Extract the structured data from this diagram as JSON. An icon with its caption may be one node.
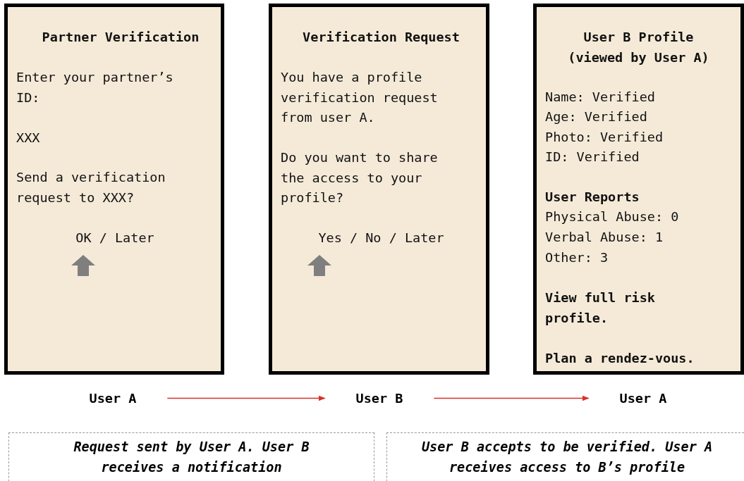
{
  "diagram": {
    "nodes": [
      {
        "text": [
          "Partner Verification",
          "Enter your partner’s ID:",
          "XXX",
          "Send a verification request to XXX?",
          "OK / Later"
        ]
      },
      {
        "text": [
          "Verification Request",
          "You have a profile verification request from user A.",
          "Do you want to share the access to your profile?",
          "Yes / No / Later"
        ]
      },
      {
        "text": [
          "User B Profile (viewed by User A)",
          "Name: Verified",
          "Age: Verified",
          "Photo: Verified",
          "ID: Verified",
          "User Reports",
          "Physical Abuse: 0",
          "Verbal Abuse: 1",
          "Other: 3",
          "View full risk profile.",
          "Plan a rendez-vous."
        ]
      },
      {
        "text": [
          "User A"
        ]
      },
      {
        "text": [
          "User B"
        ]
      },
      {
        "text": [
          "User A"
        ]
      },
      {
        "text": [
          "Request sent by User A. User B receives a notification"
        ]
      },
      {
        "text": [
          "User B accepts to be verified. User A receives access to B’s profile"
        ]
      }
    ],
    "edges": [
      {
        "from": 3,
        "to": 4,
        "arrow": "to"
      },
      {
        "from": 4,
        "to": 5,
        "arrow": "to"
      }
    ]
  }
}
